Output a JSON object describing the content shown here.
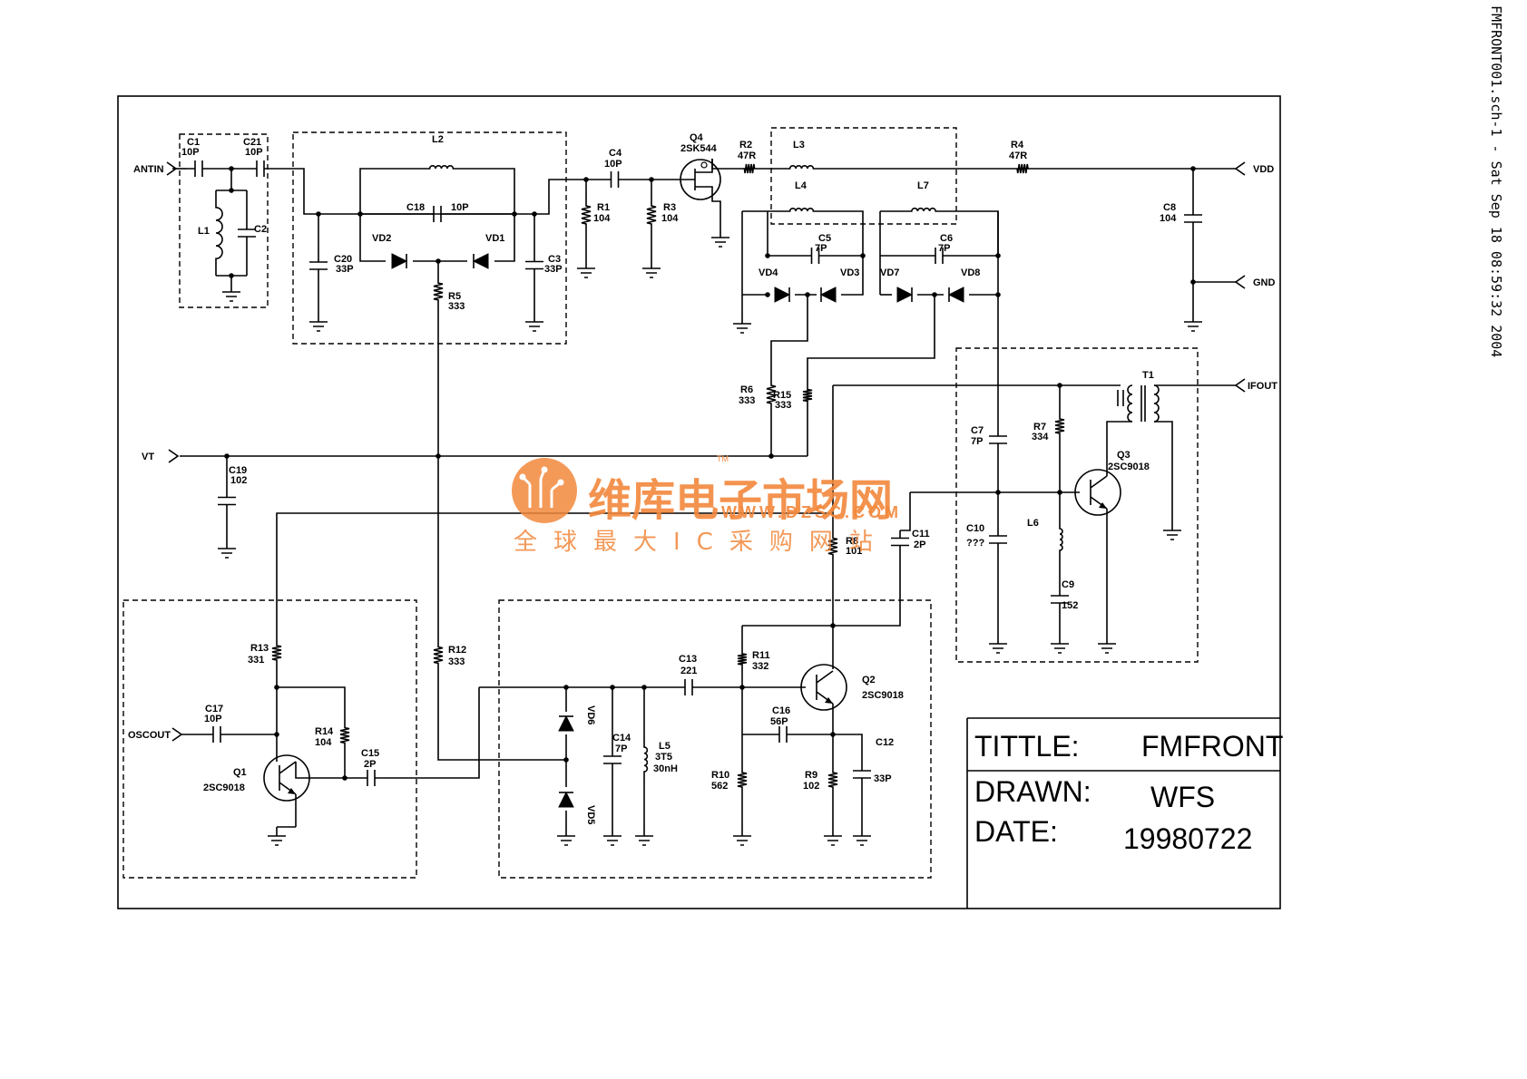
{
  "stamp": "FMFRONT001.sch-1 - Sat Sep 18 08:59:32 2004",
  "title_block": {
    "title_label": "TITTLE:",
    "title_value": "FMFRONT",
    "drawn_label": "DRAWN:",
    "drawn_value": "WFS",
    "date_label": "DATE:",
    "date_value": "19980722"
  },
  "ports": {
    "antin": "ANTIN",
    "vt": "VT",
    "oscout": "OSCOUT",
    "vdd": "VDD",
    "gnd": "GND",
    "ifout": "IFOUT"
  },
  "parts": {
    "c1": [
      "C1",
      "10P"
    ],
    "c21": [
      "C21",
      "10P"
    ],
    "l1": [
      "L1"
    ],
    "c2": [
      "C2"
    ],
    "l2": [
      "L2"
    ],
    "c18": [
      "C18",
      "10P"
    ],
    "vd2": [
      "VD2"
    ],
    "vd1": [
      "VD1"
    ],
    "c20": [
      "C20",
      "33P"
    ],
    "c3": [
      "C3",
      "33P"
    ],
    "r5": [
      "R5",
      "333"
    ],
    "c4": [
      "C4",
      "10P"
    ],
    "r1": [
      "R1",
      "104"
    ],
    "r3": [
      "R3",
      "104"
    ],
    "q4": [
      "Q4",
      "2SK544"
    ],
    "r2": [
      "R2",
      "47R"
    ],
    "l3": [
      "L3"
    ],
    "l4": [
      "L4"
    ],
    "l7": [
      "L7"
    ],
    "c5": [
      "C5",
      "7P"
    ],
    "c6": [
      "C6",
      "7P"
    ],
    "vd4": [
      "VD4"
    ],
    "vd3": [
      "VD3"
    ],
    "vd7": [
      "VD7"
    ],
    "vd8": [
      "VD8"
    ],
    "r4": [
      "R4",
      "47R"
    ],
    "c8": [
      "C8",
      "104"
    ],
    "r6": [
      "R6",
      "333"
    ],
    "r15": [
      "R15",
      "333"
    ],
    "c19": [
      "C19",
      "102"
    ],
    "c7": [
      "C7",
      "7P"
    ],
    "r7": [
      "R7",
      "334"
    ],
    "t1": [
      "T1"
    ],
    "q3": [
      "Q3",
      "2SC9018"
    ],
    "c10": [
      "C10",
      "???"
    ],
    "l6": [
      "L6"
    ],
    "c9": [
      "C9",
      "152"
    ],
    "r8": [
      "R8",
      "101"
    ],
    "c11": [
      "C11",
      "2P"
    ],
    "r13": [
      "R13",
      "331"
    ],
    "c17": [
      "C17",
      "10P"
    ],
    "r14": [
      "R14",
      "104"
    ],
    "c15": [
      "C15",
      "2P"
    ],
    "q1": [
      "Q1",
      "2SC9018"
    ],
    "r12": [
      "R12",
      "333"
    ],
    "vd6": [
      "VD6"
    ],
    "vd5": [
      "VD5"
    ],
    "c14": [
      "C14",
      "7P"
    ],
    "l5": [
      "L5",
      "3T5",
      "30nH"
    ],
    "c13": [
      "C13",
      "221"
    ],
    "r11": [
      "R11",
      "332"
    ],
    "q2": [
      "Q2",
      "2SC9018"
    ],
    "c16": [
      "C16",
      "56P"
    ],
    "r10": [
      "R10",
      "562"
    ],
    "r9": [
      "R9",
      "102"
    ],
    "c12": [
      "C12",
      "33P"
    ]
  },
  "watermark": {
    "tm": "TM",
    "brand": "维库电子市场网",
    "url": "WWW.DZSC.COM",
    "slogan": "全球最大IC采购网站",
    "brand_color": "#f2883c"
  }
}
